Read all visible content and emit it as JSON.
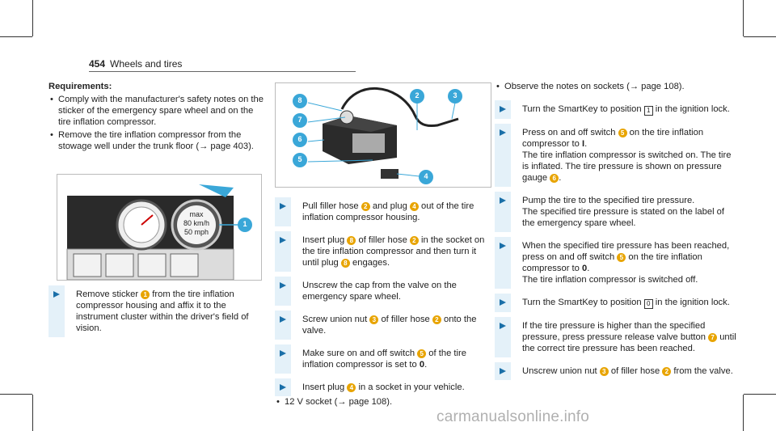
{
  "header": {
    "page_number": "454",
    "section": "Wheels and tires"
  },
  "requirements": {
    "title": "Requirements:",
    "items": [
      "Comply with the manufacturer's safety notes on the sticker of the emergency spare wheel and on the tire inflation compressor.",
      "Remove the tire inflation compressor from the stowage well under the trunk floor (→ page 403)."
    ]
  },
  "figure1": {
    "max_label": "max",
    "speed_kmh": "80 km/h",
    "speed_mph": "50 mph",
    "callout": "1"
  },
  "figure2": {
    "callouts": [
      "8",
      "7",
      "6",
      "5",
      "2",
      "3",
      "4"
    ]
  },
  "col1_step": {
    "a": "Remove sticker ",
    "c1": "1",
    "b": " from the tire inflation compressor housing and affix it to the instrument cluster within the driver's field of vision."
  },
  "col2": {
    "s1": {
      "a": "Pull filler hose ",
      "c1": "2",
      "b": " and plug ",
      "c2": "4",
      "d": " out of the tire inflation compressor housing."
    },
    "s2": {
      "a": "Insert plug ",
      "c1": "8",
      "b": " of filler hose ",
      "c2": "2",
      "d": " in the socket on the tire inflation compressor and then turn it until plug ",
      "c3": "8",
      "e": " engages."
    },
    "s3": {
      "a": "Unscrew the cap from the valve on the emergency spare wheel."
    },
    "s4": {
      "a": "Screw union nut ",
      "c1": "3",
      "b": " of filler hose ",
      "c2": "2",
      "d": " onto the valve."
    },
    "s5": {
      "a": "Make sure on and off switch ",
      "c1": "5",
      "b": " of the tire inflation compressor is set to ",
      "v": "0",
      "d": "."
    },
    "s6": {
      "a": "Insert plug ",
      "c1": "4",
      "b": " in a socket in your vehicle."
    },
    "bullet": "12 V socket (→ page 108)."
  },
  "col3": {
    "bullet": "Observe the notes on sockets (→ page 108).",
    "s1": {
      "a": "Turn the SmartKey to position ",
      "k": "1",
      "b": " in the ignition lock."
    },
    "s2": {
      "a": "Press on and off switch ",
      "c1": "5",
      "b": " on the tire inflation compressor to ",
      "v": "I",
      "d": ".",
      "e": "The tire inflation compressor is switched on. The tire is inflated. The tire pressure is shown on pressure gauge ",
      "c2": "6",
      "f": "."
    },
    "s3": {
      "a": "Pump the tire to the specified tire pressure.",
      "b": "The specified tire pressure is stated on the label of the emergency spare wheel."
    },
    "s4": {
      "a": "When the specified tire pressure has been reached, press on and off switch ",
      "c1": "5",
      "b": " on the tire inflation compressor to ",
      "v": "0",
      "d": ".",
      "e": "The tire inflation compressor is switched off."
    },
    "s5": {
      "a": "Turn the SmartKey to position ",
      "k": "0",
      "b": " in the ignition lock."
    },
    "s6": {
      "a": "If the tire pressure is higher than the specified pressure, press pressure release valve button ",
      "c1": "7",
      "b": " until the correct tire pressure has been reached."
    },
    "s7": {
      "a": "Unscrew union nut ",
      "c1": "3",
      "b": " of filler hose ",
      "c2": "2",
      "d": " from the valve."
    }
  },
  "watermark": "carmanualsonline.info",
  "colors": {
    "callout": "#e8a400",
    "arrow": "#1a6fa8",
    "step_bar": "#e4f1f9",
    "figure_callout": "#3aa7d8"
  }
}
